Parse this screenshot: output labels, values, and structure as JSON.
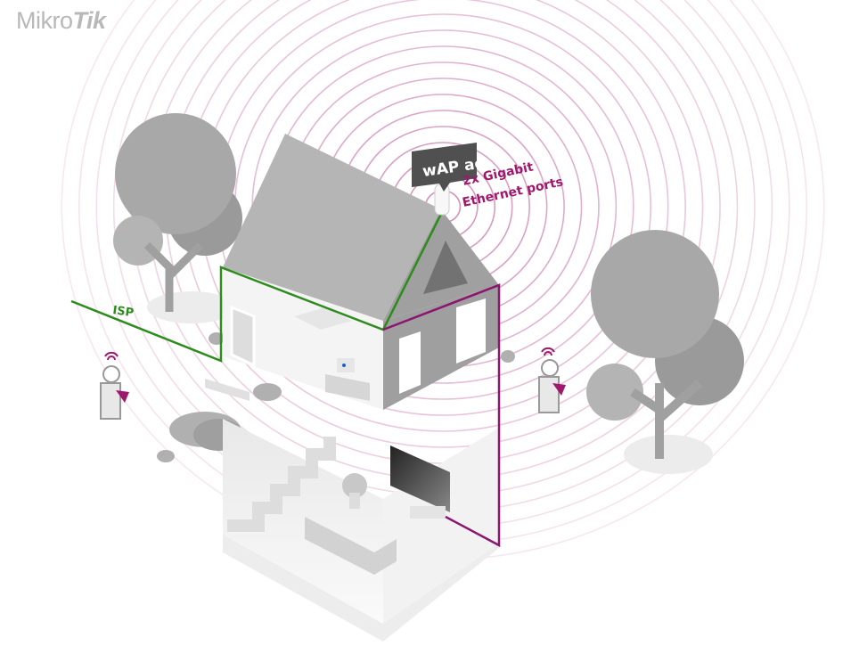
{
  "logo": {
    "text": "MikroTik",
    "part1": "Mikro",
    "part2": "Tik"
  },
  "device_label": "wAP ac",
  "ports_label": {
    "line1": "2x Gigabit",
    "line2": "Ethernet ports"
  },
  "isp_label": "ISP",
  "colors": {
    "signal": "#b0307f",
    "ports_text": "#a0186e",
    "isp": "#2e8b1e",
    "grey": "#a8a8a8",
    "label_bg": "#505050"
  }
}
